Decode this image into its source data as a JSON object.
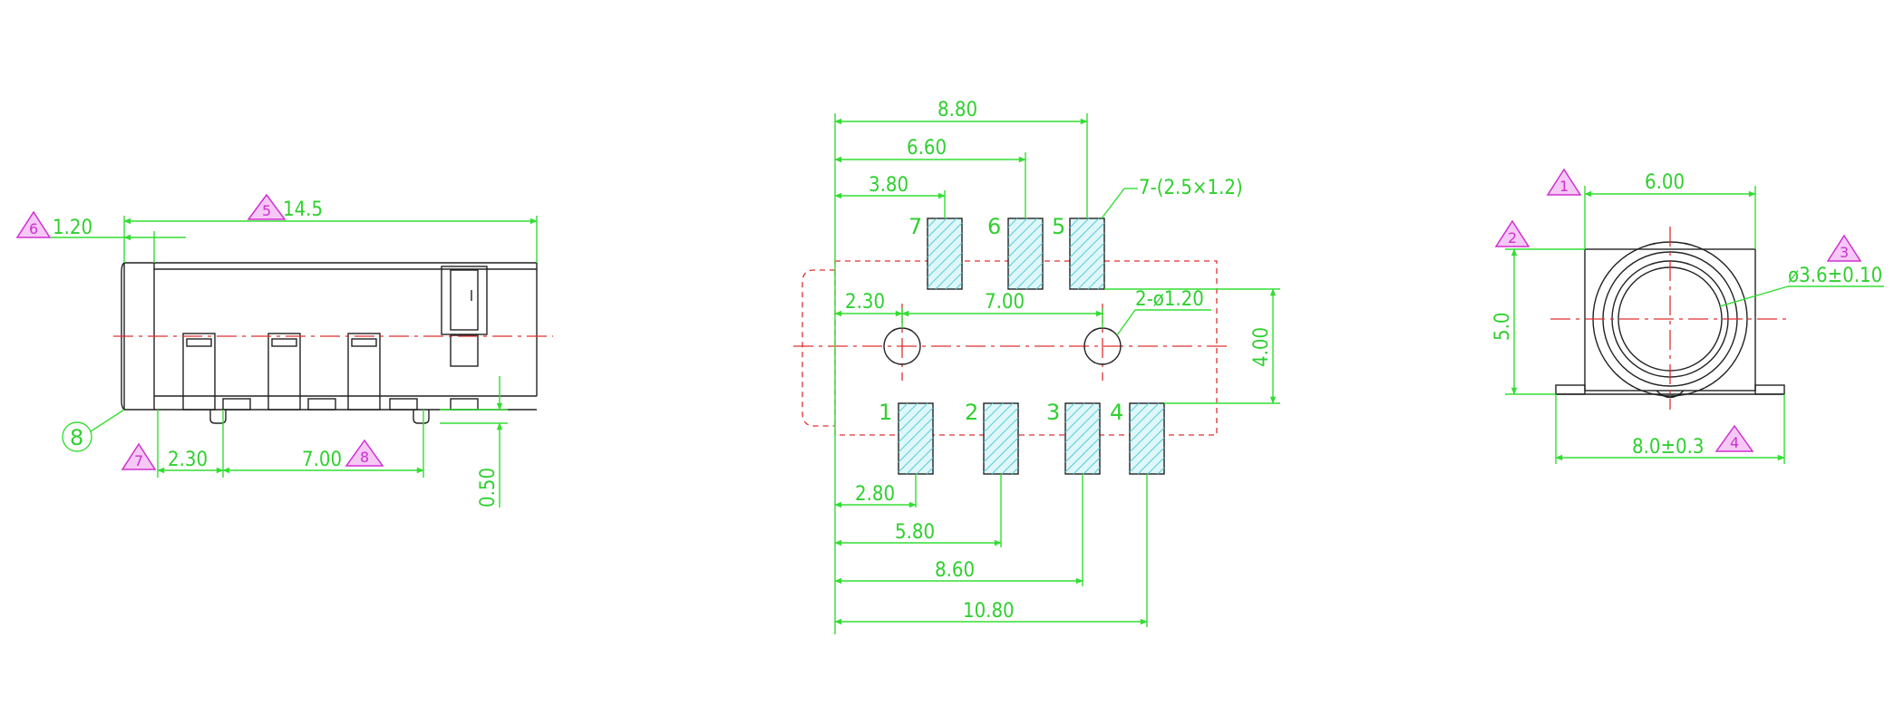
{
  "side_view": {
    "overall_length": "14.5",
    "front_lip": "1.20",
    "pitch_first": "2.30",
    "pitch": "7.00",
    "standoff": "0.50",
    "callout_circle": "8",
    "markers": [
      "5",
      "6",
      "7",
      "8"
    ]
  },
  "footprint_view": {
    "pad_note": "7-(2.5×1.2)",
    "hole_note": "2-ø1.20",
    "top_dims": [
      "8.80",
      "6.60",
      "3.80"
    ],
    "hole_dims": [
      "2.30",
      "7.00"
    ],
    "height_dim": "4.00",
    "bottom_dims": [
      "2.80",
      "5.80",
      "8.60",
      "10.80"
    ],
    "top_pins": [
      "7",
      "6",
      "5"
    ],
    "bottom_pins": [
      "1",
      "2",
      "3",
      "4"
    ]
  },
  "front_view": {
    "width": "6.00",
    "height": "5.0",
    "bore": "ø3.6±0.10",
    "overall_width": "8.0±0.3",
    "markers": [
      "1",
      "2",
      "3",
      "4"
    ]
  },
  "colors": {
    "dimension": "#33dd33",
    "outline": "#222222",
    "centerline": "#e03030",
    "pad_fill": "#dff7fa",
    "marker": "#d030d0"
  }
}
